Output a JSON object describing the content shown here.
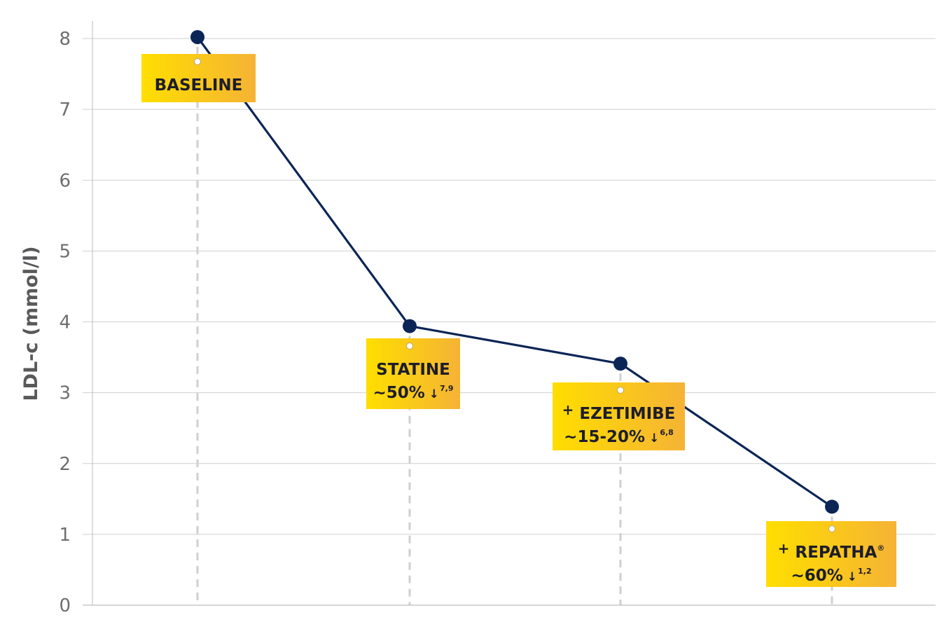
{
  "chart_data": {
    "type": "line",
    "ylabel": "LDL-c (mmol/l)",
    "ylim": [
      0,
      8
    ],
    "yticks": [
      "0",
      "1",
      "2",
      "3",
      "4",
      "5",
      "6",
      "7",
      "8"
    ],
    "grid": true,
    "series": [
      {
        "values": [
          8.02,
          3.94,
          3.41,
          1.39
        ]
      }
    ],
    "annotations": [
      {
        "plus": "",
        "title": "BASELINE",
        "reduction": "",
        "arrow": "",
        "refs": ""
      },
      {
        "plus": "",
        "title": "STATINE",
        "reduction": "~50%",
        "arrow": "↓",
        "refs": "7,9"
      },
      {
        "plus": "+",
        "title": "EZETIMIBE",
        "reduction": "~15-20%",
        "arrow": "↓",
        "refs": "6,8"
      },
      {
        "plus": "+",
        "title": "REPATHA",
        "title_sup": "®",
        "reduction": "~60%",
        "arrow": "↓",
        "refs": "1,2"
      }
    ]
  },
  "colors": {
    "line": "#0b2556",
    "box_start": "#ffde00",
    "box_end": "#f5b335",
    "grid": "#cfcfcf",
    "dashed": "#cfcfcf",
    "text": "#1d1d2b"
  }
}
